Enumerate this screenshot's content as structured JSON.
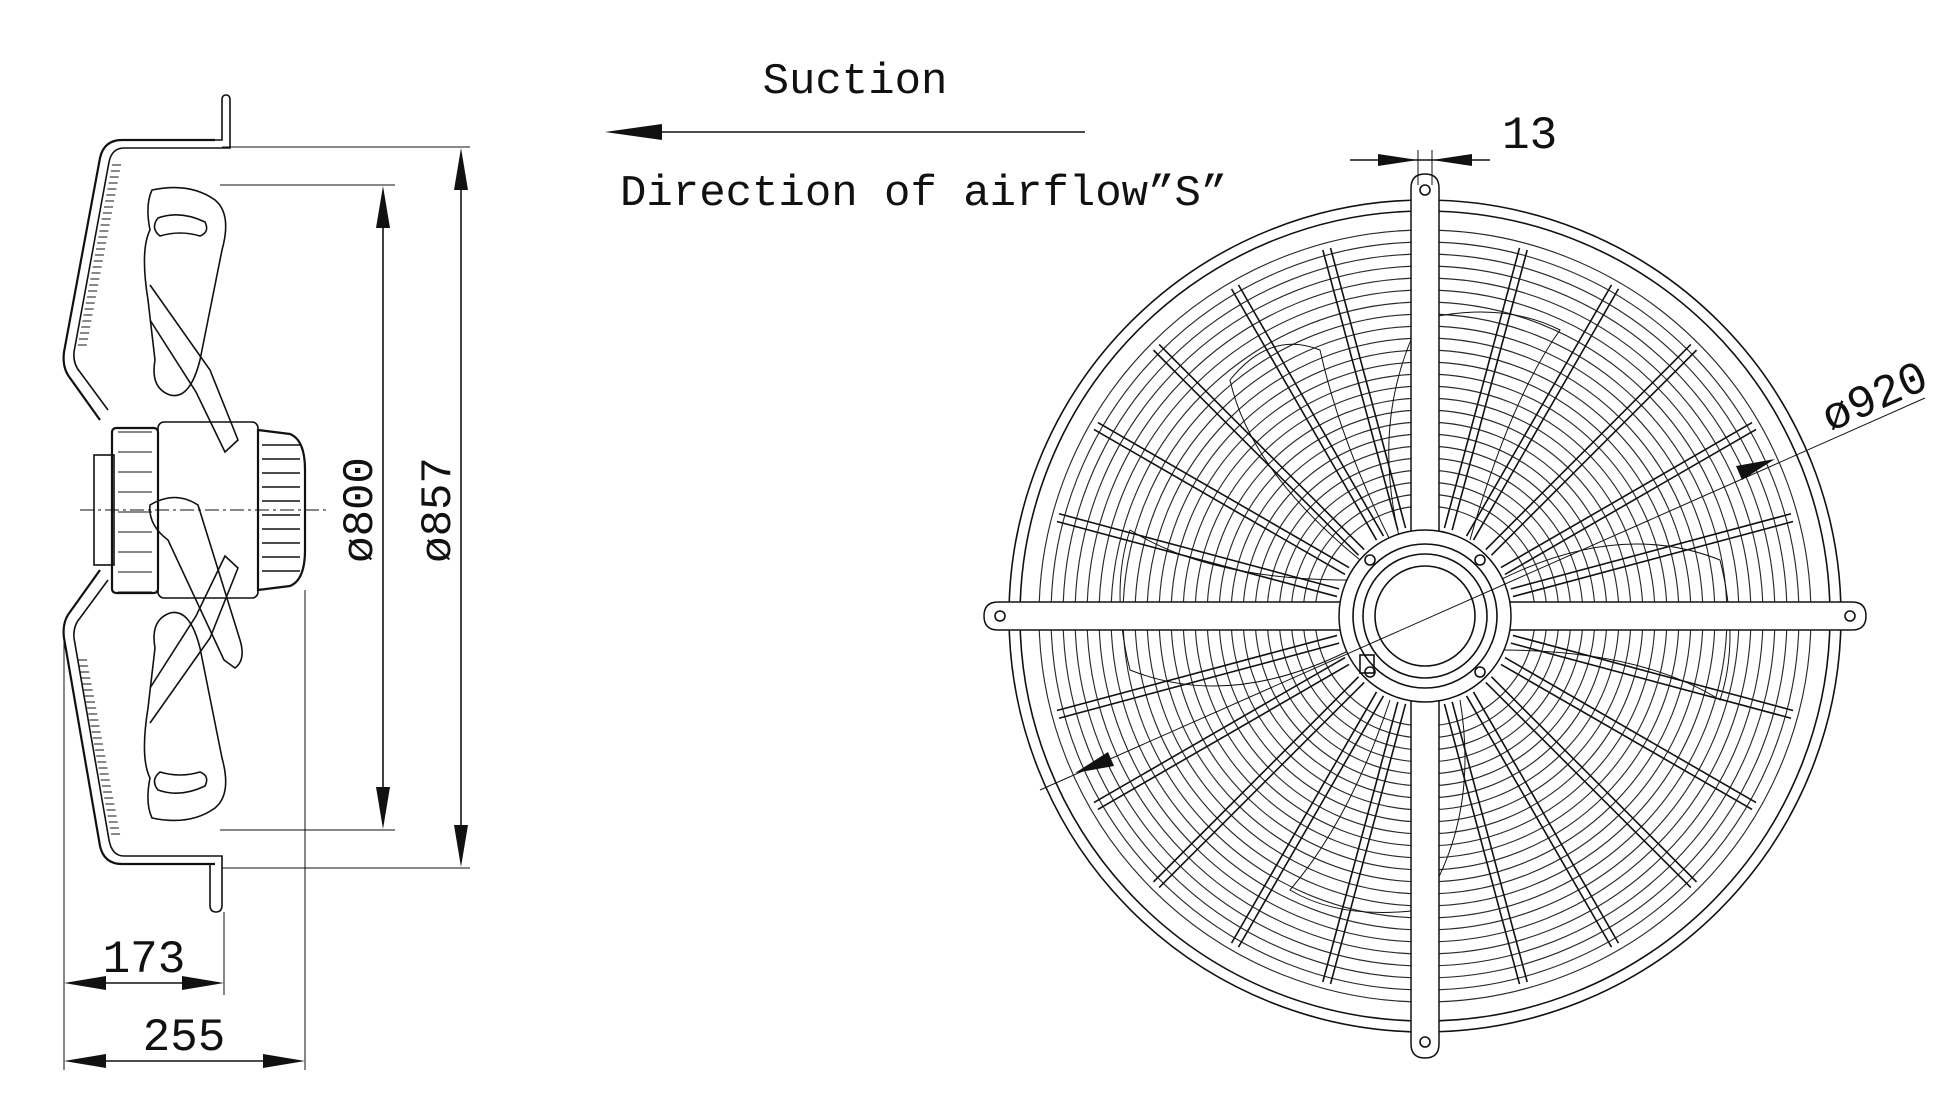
{
  "labels": {
    "suction": "Suction",
    "direction_of_airflow": "Direction of airflow”S”",
    "blade_diameter": "ø800",
    "housing_diameter": "ø857",
    "guard_diameter": "ø920",
    "mount_slot_width": "13",
    "motor_depth": "173",
    "overall_depth": "255"
  }
}
